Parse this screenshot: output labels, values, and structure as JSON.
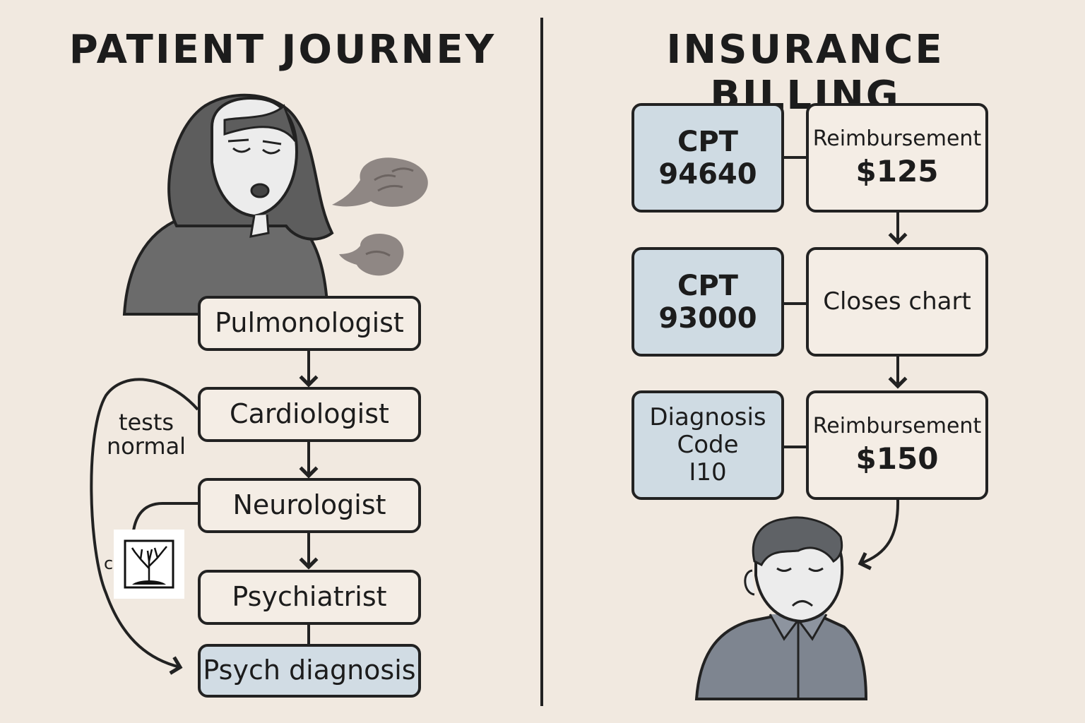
{
  "journey": {
    "title": "PATIENT JOURNEY",
    "steps": [
      "Pulmonologist",
      "Cardiologist",
      "Neurologist",
      "Psychiatrist"
    ],
    "final_step": "Psych diagnosis",
    "loop_note": "tests\nnormal",
    "cut_off_note": "c"
  },
  "billing": {
    "title": "INSURANCE BILLING",
    "rows": [
      {
        "code": "CPT\n94640",
        "outcome_label": "Reimbursement",
        "outcome_amount": "$125"
      },
      {
        "code": "CPT\n93000",
        "outcome_label": "Closes chart",
        "outcome_amount": ""
      },
      {
        "code": "Diagnosis\nCode\nI10",
        "outcome_label": "Reimbursement",
        "outcome_amount": "$150"
      }
    ]
  },
  "colors": {
    "background": "#f1e9e0",
    "highlight_box": "#cfdbe3",
    "stroke": "#222222"
  },
  "icons": [
    "sad-woman-illustration",
    "cough-cloud-icon",
    "tree-logo-icon",
    "worried-man-illustration"
  ]
}
